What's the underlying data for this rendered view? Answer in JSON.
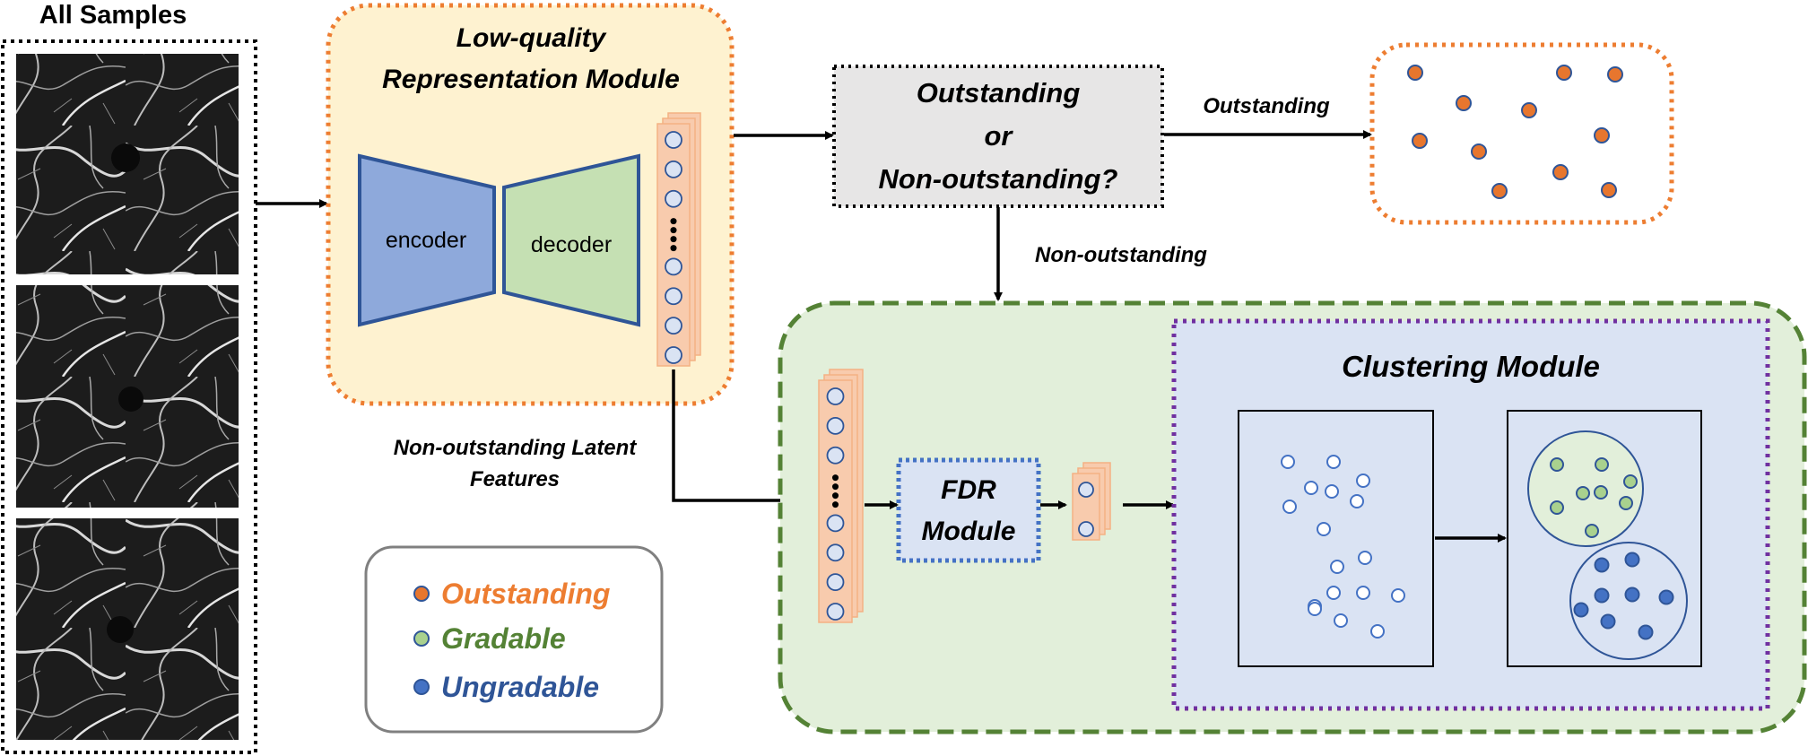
{
  "panel_title": "All Samples",
  "lq_module": {
    "title_line1": "Low-quality",
    "title_line2": "Representation Module",
    "encoder": "encoder",
    "decoder": "decoder"
  },
  "decision": {
    "line1": "Outstanding",
    "line2": "or",
    "line3": "Non-outstanding?"
  },
  "edges": {
    "outstanding": "Outstanding",
    "non_outstanding": "Non-outstanding"
  },
  "latent_caption": {
    "line1": "Non-outstanding Latent",
    "line2": "Features"
  },
  "fdr": {
    "line1": "FDR",
    "line2": "Module"
  },
  "clustering": {
    "title": "Clustering Module"
  },
  "legend": [
    {
      "label": "Outstanding",
      "color": "#ED7D31"
    },
    {
      "label": "Gradable",
      "color": "#548235"
    },
    {
      "label": "Ungradable",
      "color": "#2F5597"
    }
  ],
  "colors": {
    "orange": "#ED7D31",
    "orange_dot": "#E7762E",
    "yellow_fill": "#FEF2D0",
    "encoder": "#8EA9DB",
    "decoder": "#C5E0B3",
    "blue_border": "#2F5597",
    "green_border": "#548235",
    "green_fill": "#E2EFDA",
    "purple": "#7030A0",
    "cluster_fill": "#DAE3F3",
    "stack_fill": "#F8CBAD",
    "gray_box": "#E7E6E6",
    "fdr_border": "#4472C4",
    "green_dot": "#A9D18E",
    "blue_dot": "#4472C4"
  }
}
